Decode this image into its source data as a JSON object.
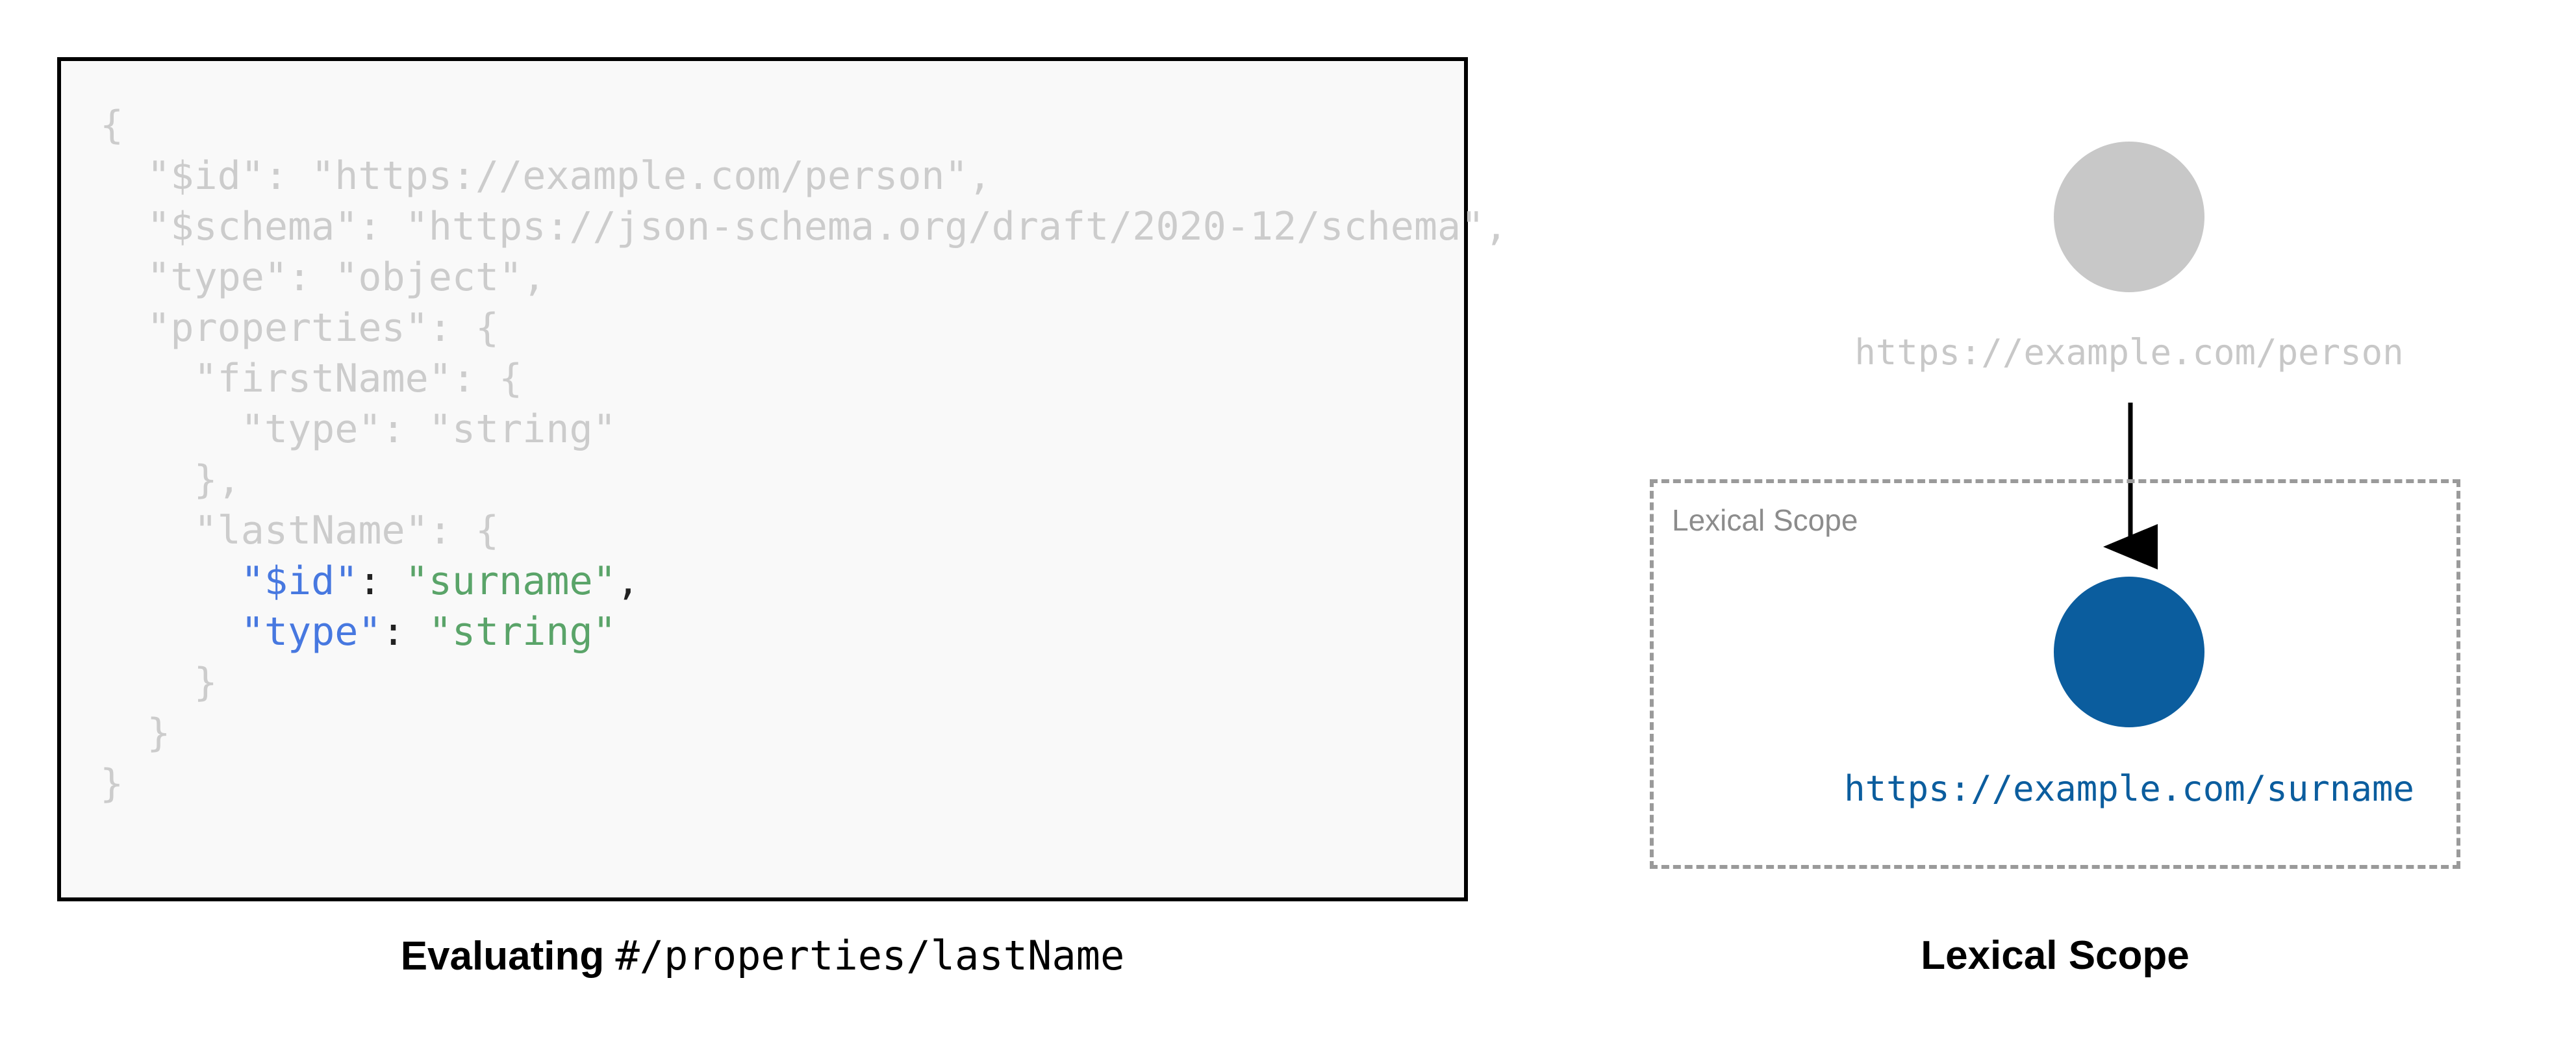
{
  "diagram": {
    "type": "schema-scope-diagram",
    "left": {
      "caption_prefix": "Evaluating",
      "caption_pointer": "#/properties/lastName",
      "code_lines": [
        {
          "indent": 0,
          "segments": [
            {
              "text": "{",
              "token": "dim"
            }
          ]
        },
        {
          "indent": 1,
          "segments": [
            {
              "text": "\"$id\": \"https://example.com/person\",",
              "token": "dim"
            }
          ]
        },
        {
          "indent": 1,
          "segments": [
            {
              "text": "\"$schema\": \"https://json-schema.org/draft/2020-12/schema\",",
              "token": "dim"
            }
          ]
        },
        {
          "indent": 1,
          "segments": [
            {
              "text": "\"type\": \"object\",",
              "token": "dim"
            }
          ]
        },
        {
          "indent": 1,
          "segments": [
            {
              "text": "\"properties\": {",
              "token": "dim"
            }
          ]
        },
        {
          "indent": 2,
          "segments": [
            {
              "text": "\"firstName\": {",
              "token": "dim"
            }
          ]
        },
        {
          "indent": 3,
          "segments": [
            {
              "text": "\"type\": \"string\"",
              "token": "dim"
            }
          ]
        },
        {
          "indent": 2,
          "segments": [
            {
              "text": "},",
              "token": "dim"
            }
          ]
        },
        {
          "indent": 2,
          "segments": [
            {
              "text": "\"lastName\": {",
              "token": "dim"
            }
          ]
        },
        {
          "indent": 3,
          "segments": [
            {
              "text": "\"$id\"",
              "token": "key"
            },
            {
              "text": ": ",
              "token": "punct"
            },
            {
              "text": "\"surname\"",
              "token": "str"
            },
            {
              "text": ",",
              "token": "punct"
            }
          ]
        },
        {
          "indent": 3,
          "segments": [
            {
              "text": "\"type\"",
              "token": "key"
            },
            {
              "text": ": ",
              "token": "punct"
            },
            {
              "text": "\"string\"",
              "token": "str"
            }
          ]
        },
        {
          "indent": 2,
          "segments": [
            {
              "text": "}",
              "token": "dim"
            }
          ]
        },
        {
          "indent": 1,
          "segments": [
            {
              "text": "}",
              "token": "dim"
            }
          ]
        },
        {
          "indent": 0,
          "segments": [
            {
              "text": "}",
              "token": "dim"
            }
          ]
        }
      ]
    },
    "right": {
      "caption": "Lexical Scope",
      "scope_box_label": "Lexical Scope",
      "root_node": {
        "label": "https://example.com/person",
        "color": "#c8c8c8",
        "shape": "circle"
      },
      "scoped_node": {
        "label": "https://example.com/surname",
        "color": "#0b5d9e",
        "shape": "circle"
      },
      "edge": {
        "from": "root_node",
        "to": "scoped_node",
        "direction": "down",
        "color": "#000000"
      }
    },
    "colors": {
      "code_dim": "#cccccc",
      "code_key": "#4778e0",
      "code_string": "#5aa469",
      "code_punct": "#222222",
      "code_background": "#f9f9f9",
      "code_border": "#000000",
      "node_inactive": "#c8c8c8",
      "node_active": "#0b5d9e",
      "scope_border": "#9a9a9a",
      "scope_label": "#8c8c8c"
    }
  }
}
